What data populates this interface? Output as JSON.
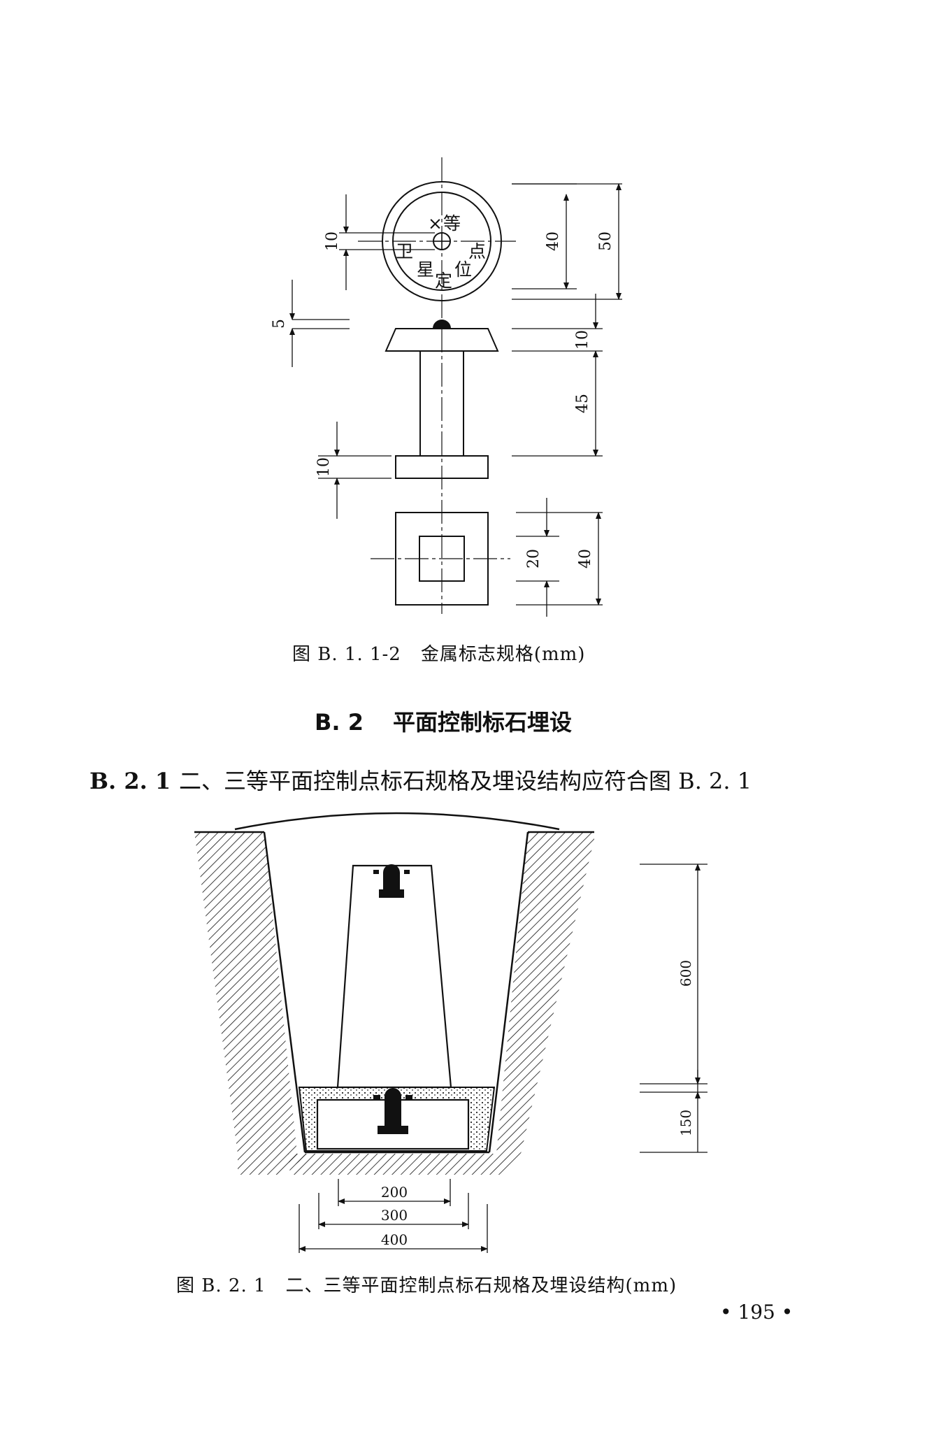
{
  "figure1": {
    "caption_label": "图 B. 1. 1-2",
    "caption_text": "金属标志规格(mm)",
    "mark_symbol": "×",
    "mark_grade": "等",
    "mark_left": "卫",
    "mark_right": "点",
    "mark_bottom_left": "星",
    "mark_bottom": "定",
    "mark_bottom_right": "位",
    "dims": {
      "center_dia": "10",
      "inner_dia": "40",
      "outer_dia": "50",
      "dome": "5",
      "cap": "10",
      "stem": "45",
      "base": "10",
      "inner_square": "20",
      "outer_square": "40"
    }
  },
  "section": {
    "number": "B. 2",
    "title": "平面控制标石埋设"
  },
  "clause": {
    "number": "B. 2. 1",
    "text": "二、三等平面控制点标石规格及埋设结构应符合图 B. 2. 1"
  },
  "figure2": {
    "caption_label": "图 B. 2. 1",
    "caption_text": "二、三等平面控制点标石规格及埋设结构(mm)",
    "dims": {
      "upper_depth": "600",
      "lower_depth": "150",
      "width_200": "200",
      "width_300": "300",
      "width_400": "400"
    }
  },
  "page_number": "• 195 •"
}
